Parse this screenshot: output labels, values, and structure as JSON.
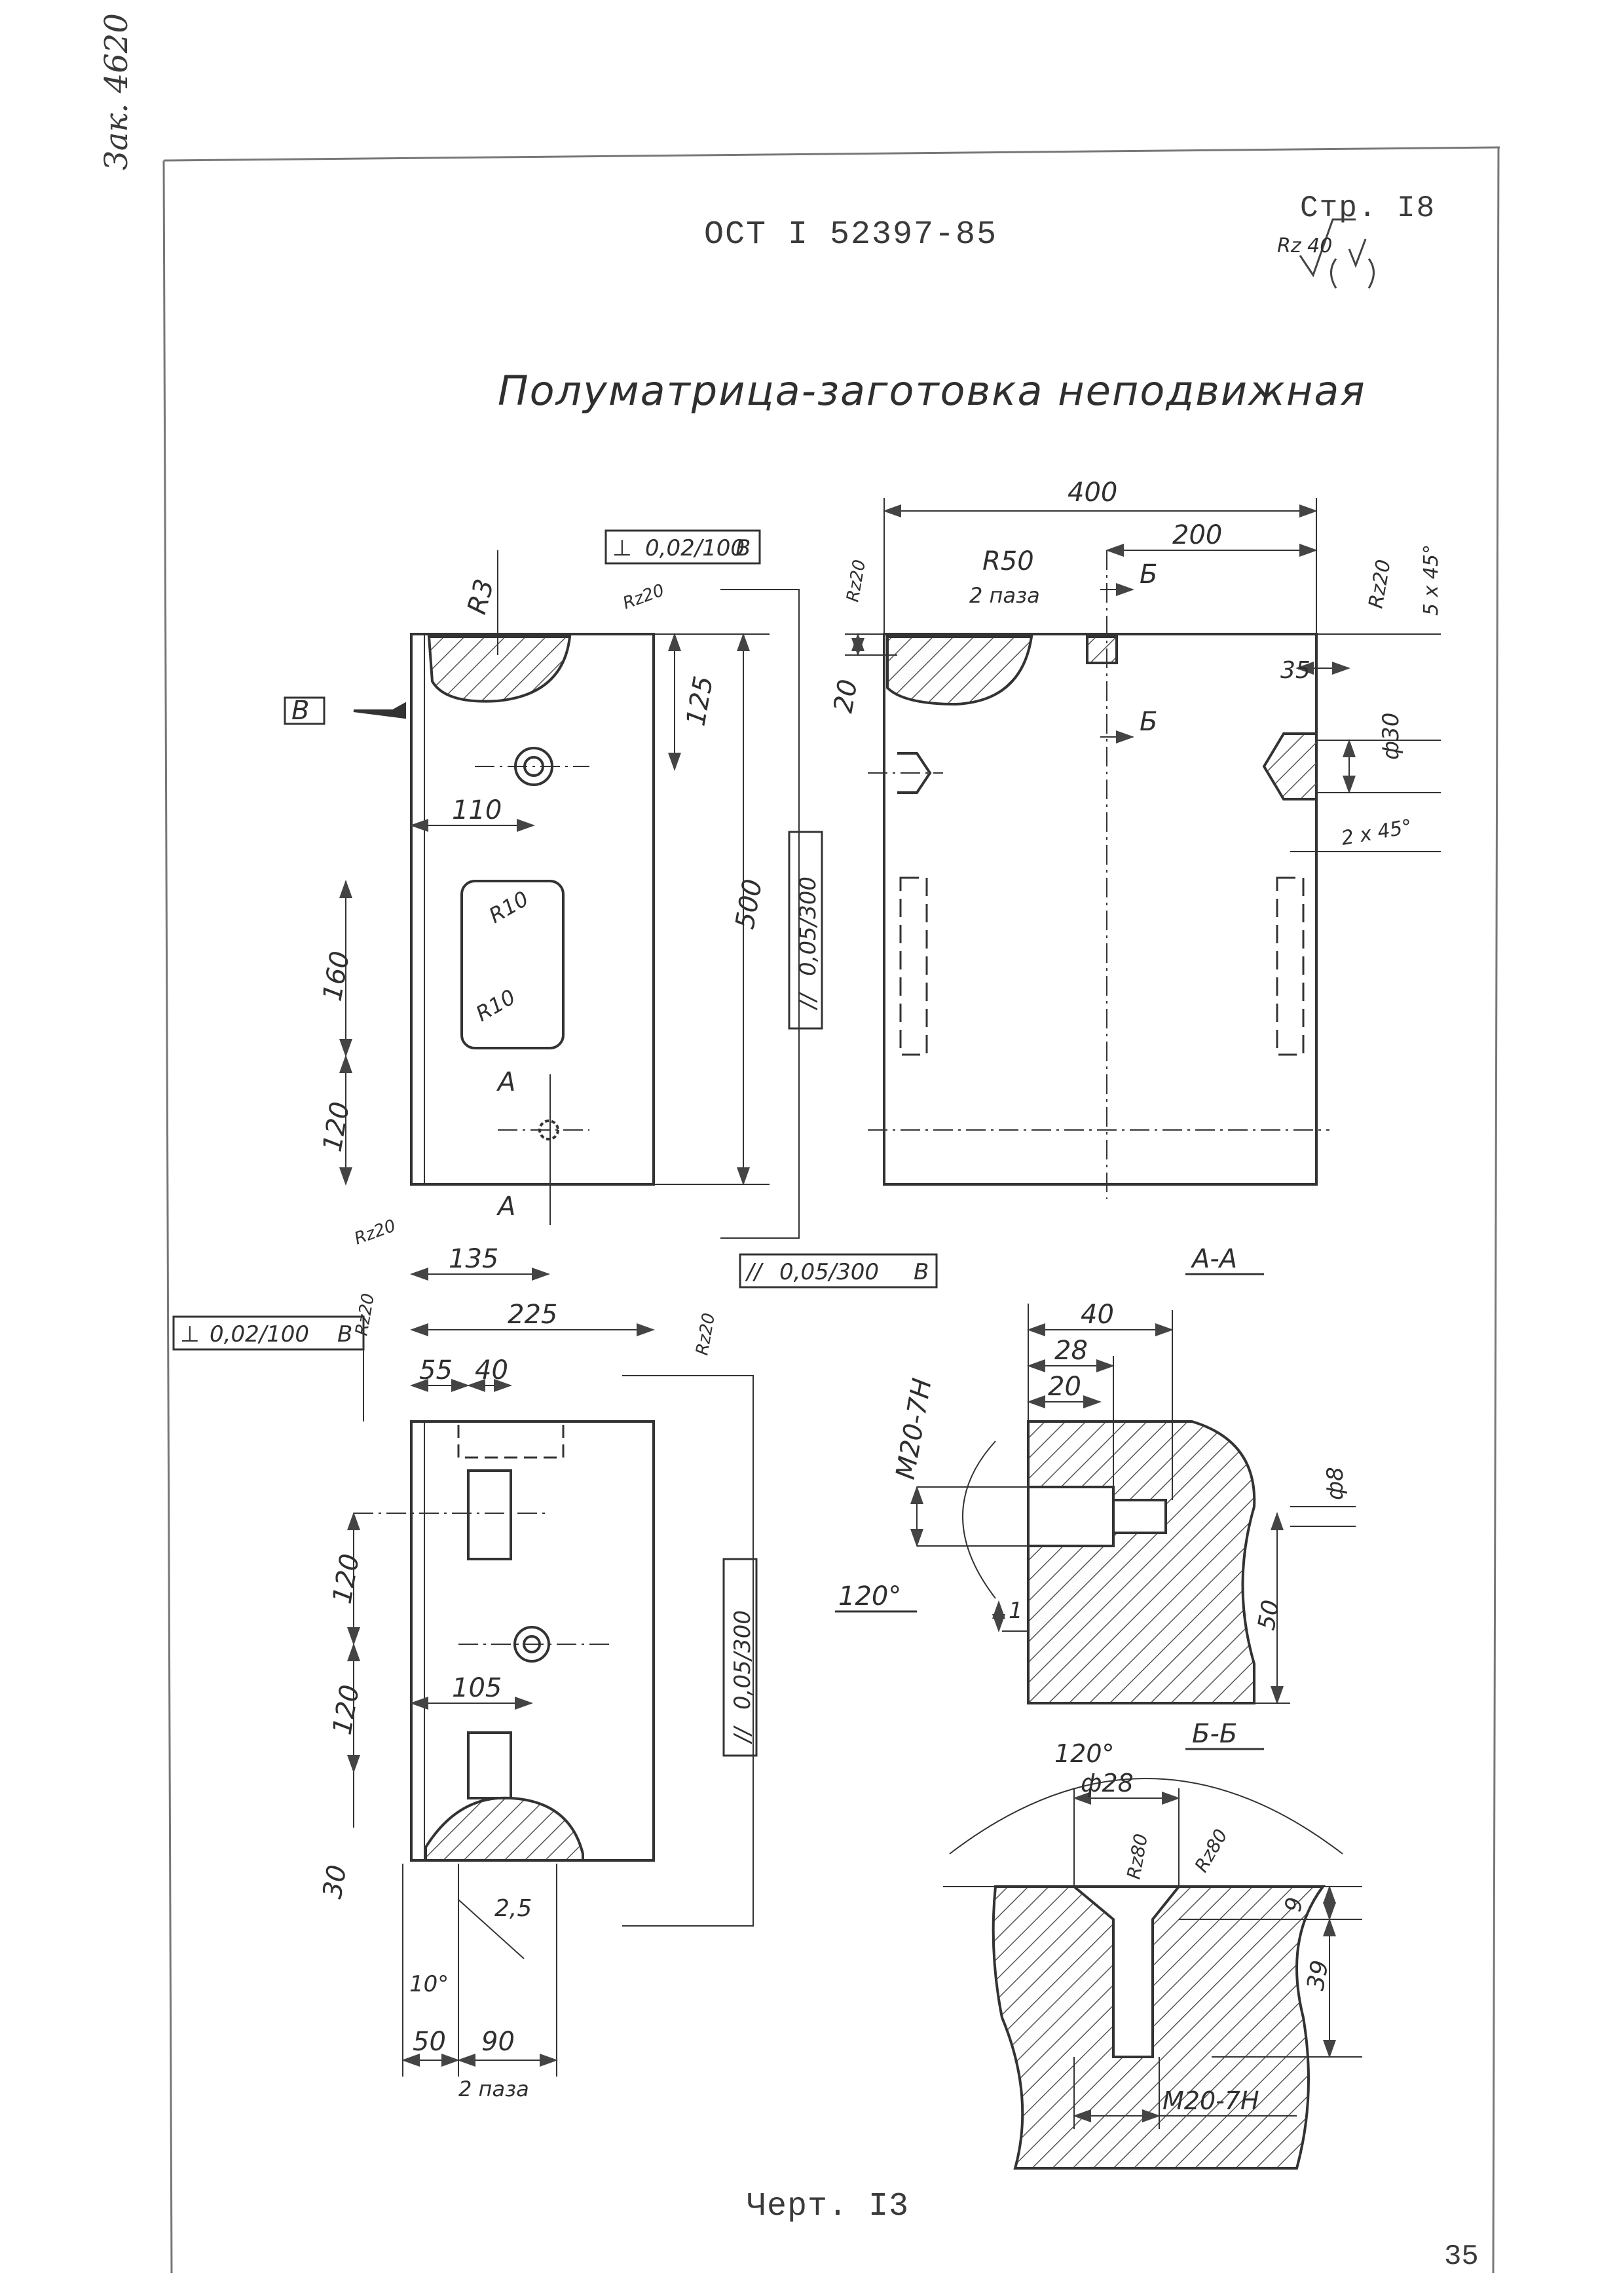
{
  "header": {
    "standard_number": "ОСТ I 52397-85",
    "page_ref": "Стр. I8",
    "general_roughness": "Rz 40",
    "order_note": "Зак. 4620"
  },
  "title": "Полуматрица-заготовка неподвижная",
  "drawing": {
    "datum": "В",
    "front_view": {
      "dims": [
        "R3",
        "125",
        "500",
        "110",
        "160",
        "120",
        "135",
        "225",
        "R10",
        "R10"
      ],
      "section_marks": [
        "А",
        "А"
      ],
      "roughness": [
        "Rz20",
        "Rz20",
        "Rz20",
        "Rz20"
      ],
      "tolerances": [
        {
          "symbol": "⊥",
          "value": "0,02/100",
          "datum": "В"
        },
        {
          "symbol": "//",
          "value": "0,05/300",
          "datum": ""
        },
        {
          "symbol": "//",
          "value": "0,05/300",
          "datum": "В"
        }
      ]
    },
    "side_view": {
      "dims": [
        "400",
        "200",
        "R50",
        "2 паза",
        "20",
        "35",
        "ф30",
        "2 х 45°",
        "5 х 45°"
      ],
      "section_marks": [
        "Б",
        "Б"
      ],
      "roughness": [
        "Rz20",
        "Rz20"
      ]
    },
    "bottom_view": {
      "dims": [
        "55",
        "40",
        "120",
        "120",
        "105",
        "30",
        "2,5",
        "10°",
        "50",
        "90",
        "2 паза"
      ],
      "tolerances": [
        {
          "symbol": "⊥",
          "value": "0,02/100",
          "datum": "В"
        },
        {
          "symbol": "//",
          "value": "0,05/300",
          "datum": ""
        }
      ]
    },
    "section_a": {
      "label": "А-А",
      "dims": [
        "40",
        "28",
        "20",
        "M20-7H",
        "ф8",
        "120°",
        "1",
        "50"
      ]
    },
    "section_b": {
      "label": "Б-Б",
      "dims": [
        "120°",
        "ф28",
        "Rz80",
        "Rz80",
        "9",
        "39",
        "M20-7H"
      ]
    }
  },
  "caption": "Черт. I3",
  "page_number": "35"
}
